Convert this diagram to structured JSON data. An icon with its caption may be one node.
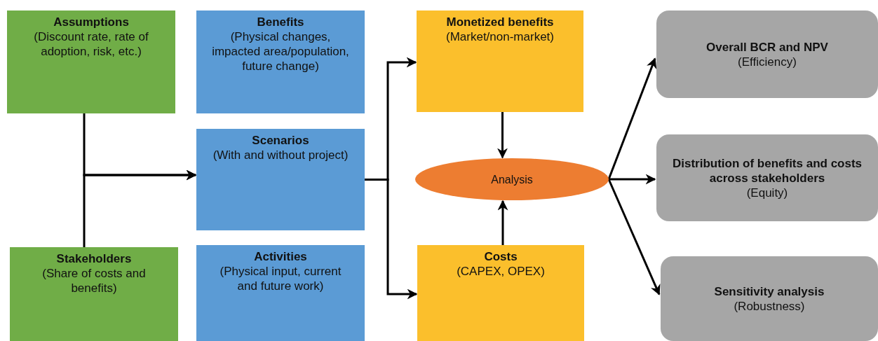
{
  "diagram": {
    "nodes": [
      {
        "text": [
          "Assumptions",
          "(Discount rate, rate of adoption, risk, etc.)"
        ]
      },
      {
        "text": [
          "Benefits",
          "(Physical changes, impacted area/population, future change)"
        ]
      },
      {
        "text": [
          "Monetized benefits",
          "(Market/non-market)"
        ]
      },
      {
        "text": [
          "Overall BCR and NPV",
          "(Efficiency)"
        ]
      },
      {
        "text": [
          "Scenarios",
          "(With and without project)"
        ]
      },
      {
        "text": [
          "Analysis"
        ]
      },
      {
        "text": [
          "Distribution of benefits and costs across stakeholders",
          "(Equity)"
        ]
      },
      {
        "text": [
          "Stakeholders",
          "(Share of costs and benefits)"
        ]
      },
      {
        "text": [
          "Activities",
          "(Physical input, current and future work)"
        ]
      },
      {
        "text": [
          "Costs",
          "(CAPEX, OPEX)"
        ]
      },
      {
        "text": [
          "Sensitivity analysis",
          "(Robustness)"
        ]
      }
    ],
    "edges": [
      {
        "from": 0,
        "to": 4,
        "arrow": "to"
      },
      {
        "from": 7,
        "to": 4,
        "arrow": "to"
      },
      {
        "from": 4,
        "to": 2,
        "arrow": "to"
      },
      {
        "from": 4,
        "to": 9,
        "arrow": "to"
      },
      {
        "from": 2,
        "to": 5,
        "arrow": "to"
      },
      {
        "from": 9,
        "to": 5,
        "arrow": "to"
      },
      {
        "from": 5,
        "to": 3,
        "arrow": "to"
      },
      {
        "from": 5,
        "to": 6,
        "arrow": "to"
      },
      {
        "from": 5,
        "to": 10,
        "arrow": "to"
      }
    ]
  }
}
